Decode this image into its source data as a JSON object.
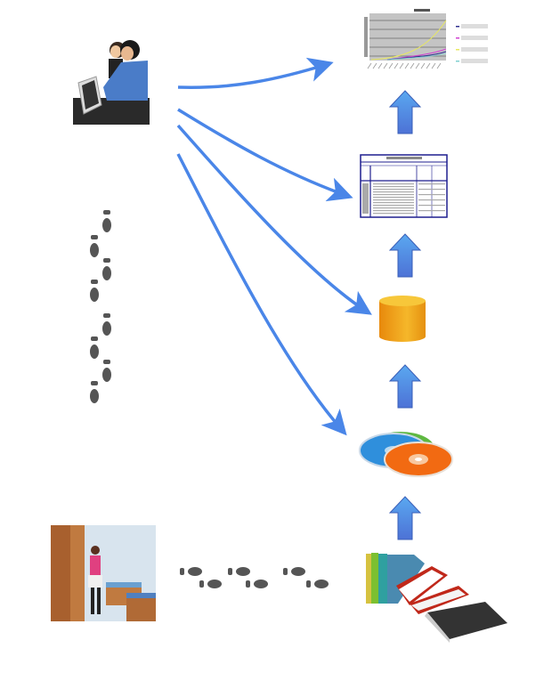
{
  "diagram": {
    "type": "data-flow",
    "colors": {
      "flow_arrow": "#4a86e8",
      "up_arrow_top": "#5aa8f0",
      "up_arrow_bottom": "#4d72d6",
      "database": "#f2a51f",
      "table_border": "#1f1f8f"
    },
    "nodes": [
      {
        "id": "analysts",
        "label": "",
        "icon": "people-at-computer"
      },
      {
        "id": "footprints-vertical",
        "label": "",
        "icon": "footprints"
      },
      {
        "id": "bookstore",
        "label": "",
        "icon": "bookstore-shopper"
      },
      {
        "id": "footprints-horizontal",
        "label": "",
        "icon": "footprints"
      },
      {
        "id": "books",
        "label": "",
        "icon": "books"
      },
      {
        "id": "discs",
        "label": "",
        "icon": "cd-discs"
      },
      {
        "id": "database",
        "label": "",
        "icon": "database-cylinder"
      },
      {
        "id": "report-table",
        "label": "",
        "icon": "data-table"
      },
      {
        "id": "line-chart",
        "label": "",
        "icon": "line-chart"
      }
    ],
    "edges": [
      {
        "from": "analysts",
        "to": "line-chart"
      },
      {
        "from": "analysts",
        "to": "report-table"
      },
      {
        "from": "analysts",
        "to": "database"
      },
      {
        "from": "analysts",
        "to": "discs"
      },
      {
        "from": "books",
        "to": "discs"
      },
      {
        "from": "discs",
        "to": "database"
      },
      {
        "from": "database",
        "to": "report-table"
      },
      {
        "from": "report-table",
        "to": "line-chart"
      }
    ]
  }
}
